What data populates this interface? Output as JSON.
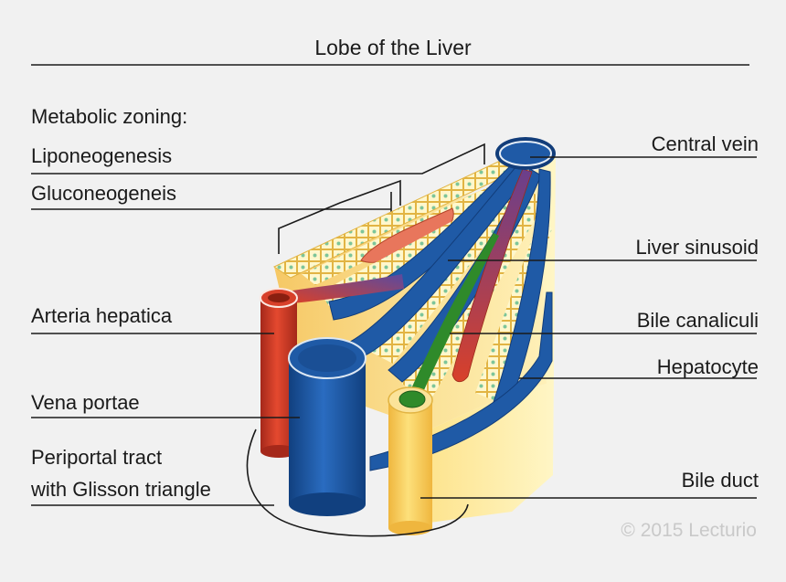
{
  "title": "Lobe of the Liver",
  "left_labels": {
    "metabolic_zoning": "Metabolic zoning:",
    "liponeogenesis": "Liponeogenesis",
    "gluconeogenesis": "Gluconeogeneis",
    "arteria_hepatica": "Arteria hepatica",
    "vena_portae": "Vena portae",
    "periportal_line1": "Periportal tract",
    "periportal_line2": "with Glisson triangle"
  },
  "right_labels": {
    "central_vein": "Central vein",
    "liver_sinusoid": "Liver sinusoid",
    "bile_canaliculi": "Bile canaliculi",
    "hepatocyte": "Hepatocyte",
    "bile_duct": "Bile duct"
  },
  "copyright": "© 2015 Lecturio",
  "colors": {
    "background": "#f1f1f1",
    "vein_blue": "#1f5aa6",
    "vein_blue_dark": "#123d7a",
    "artery_red": "#d8402a",
    "artery_red_dark": "#9a2a18",
    "bile_green": "#2f8a2a",
    "duct_yellow": "#f6cf63",
    "tissue_yellow": "#f9dc8a",
    "hepatocyte_fill": "#fff6c8",
    "hepatocyte_nucleus": "#7dc59a",
    "zone_salmon": "#e8765c"
  }
}
